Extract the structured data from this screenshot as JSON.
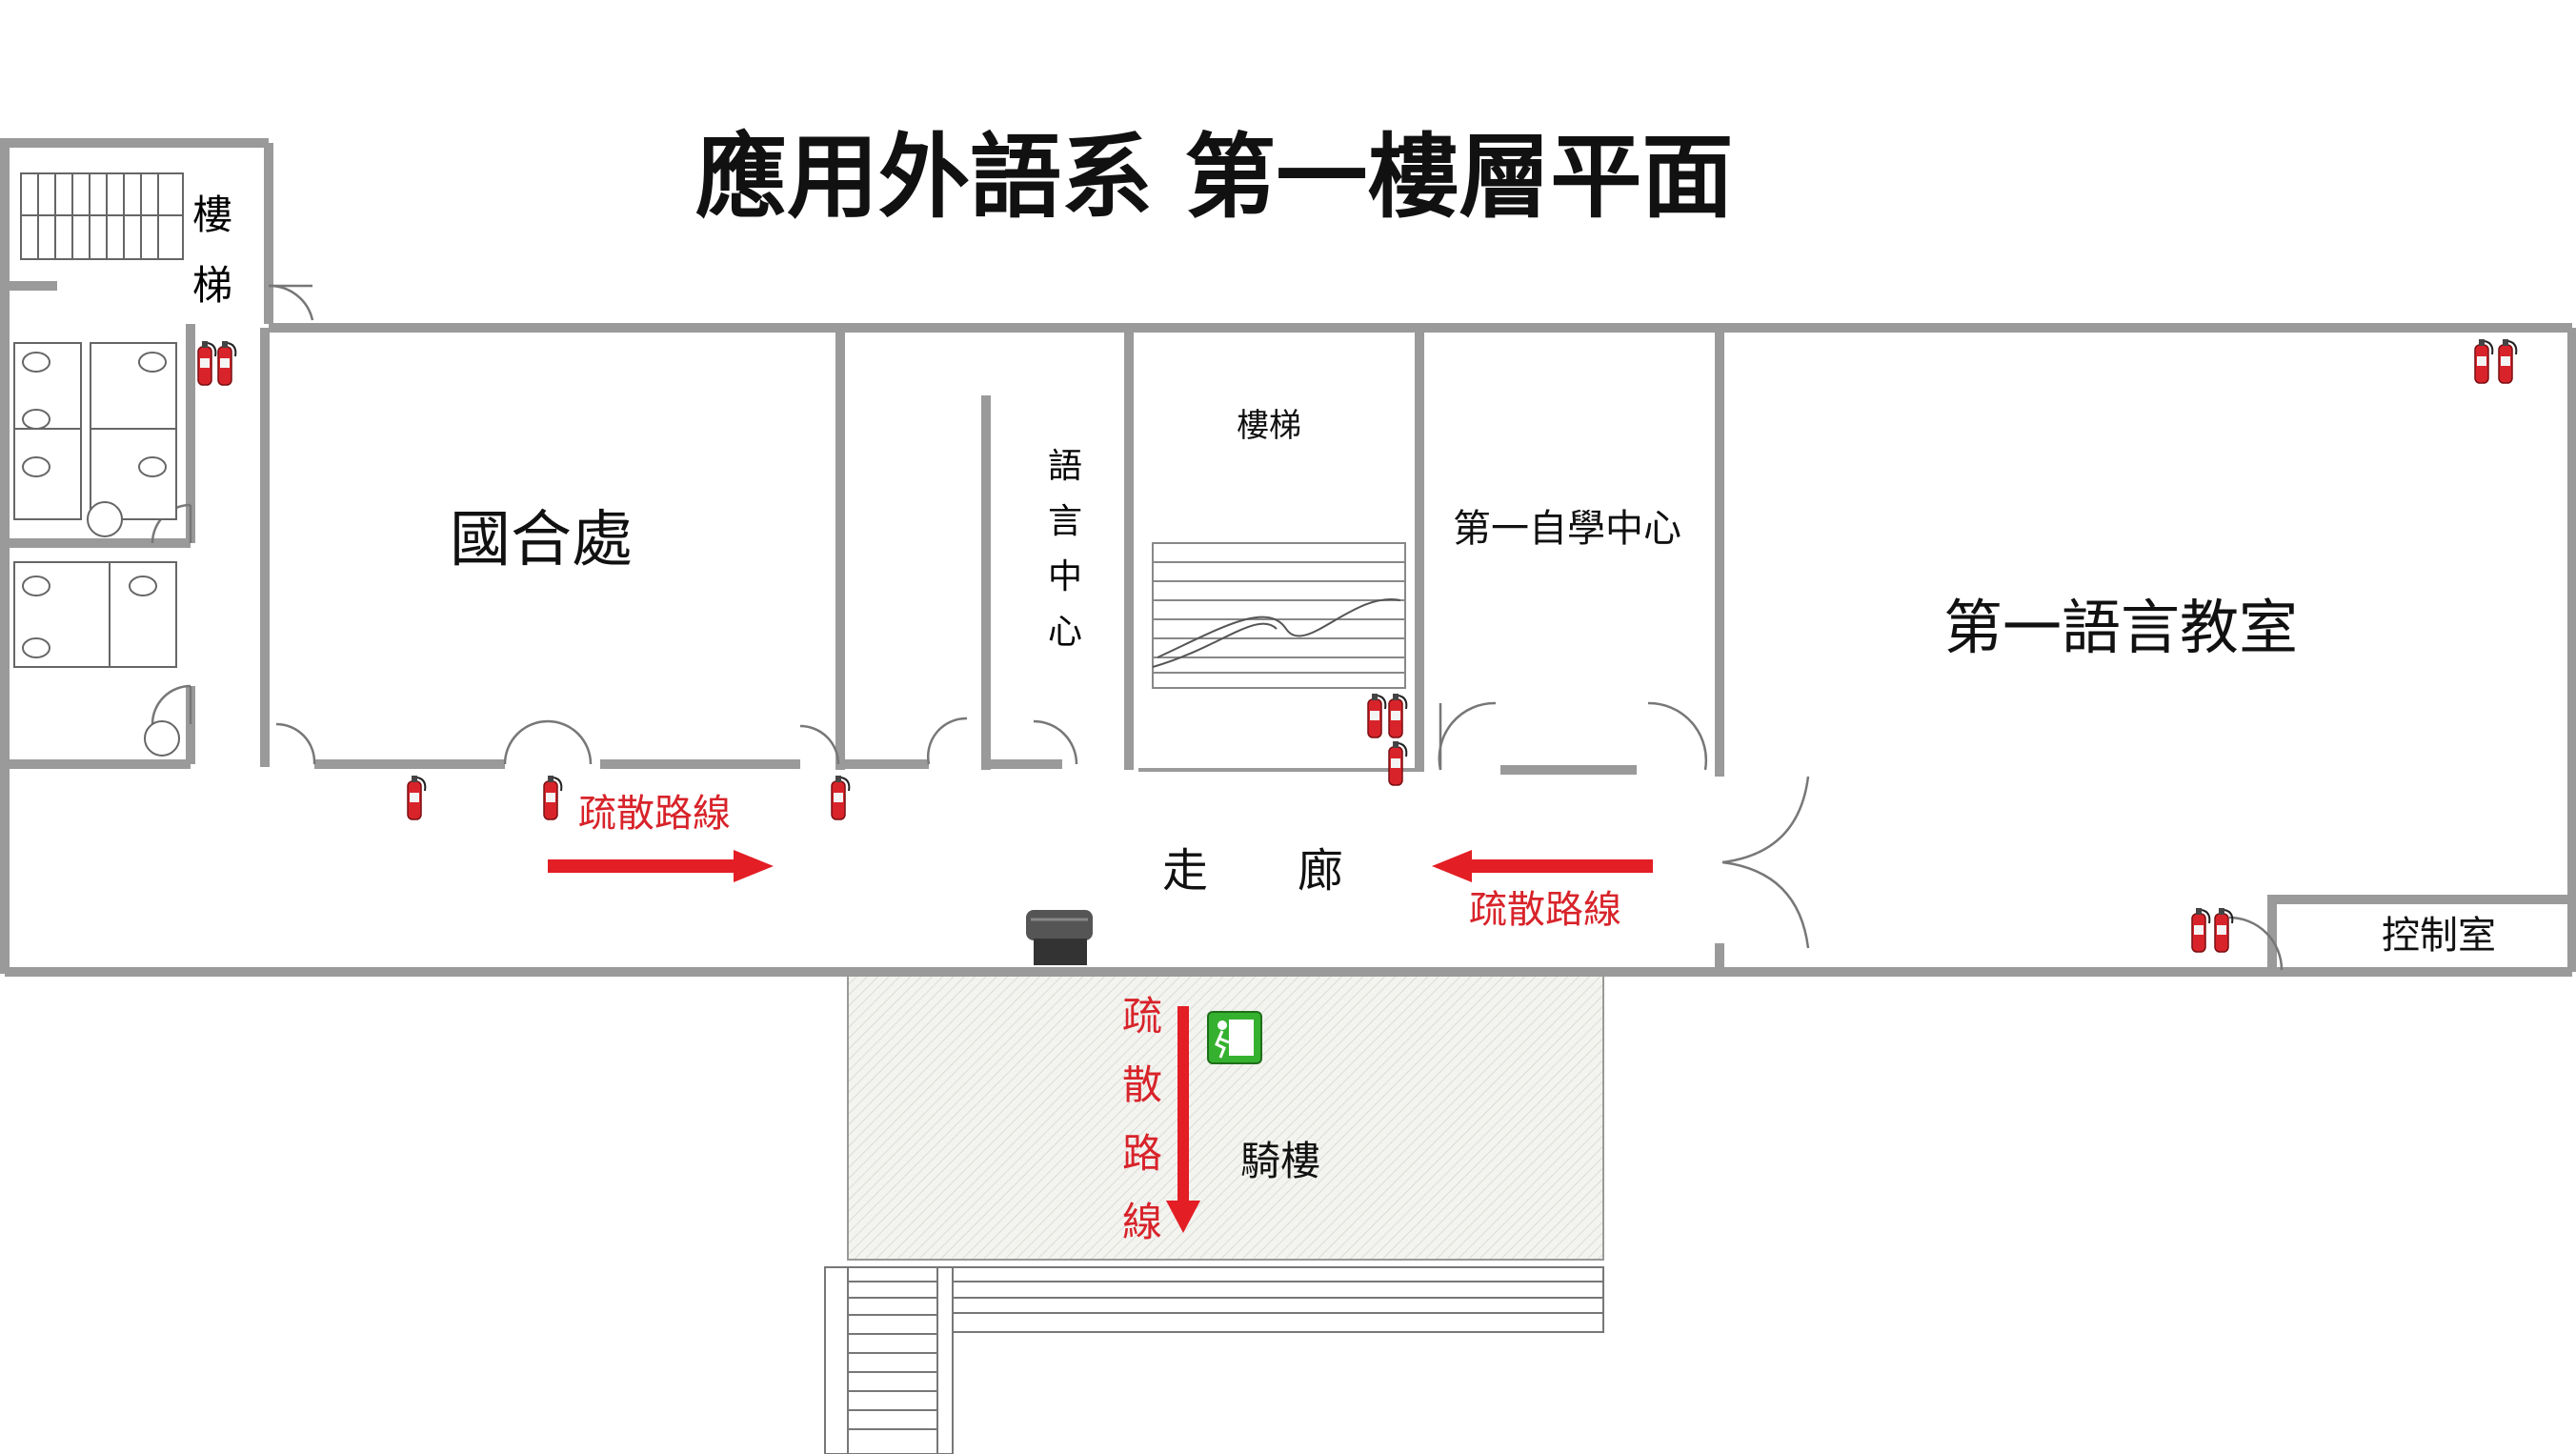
{
  "title": "應用外語系 第一樓層平面",
  "rooms": {
    "stairs_top_left": [
      "樓",
      "梯"
    ],
    "international_office": "國合處",
    "language_center": [
      "語",
      "言",
      "中",
      "心"
    ],
    "stairs_center": "樓梯",
    "self_study_center": "第一自學中心",
    "language_classroom": "第一語言教室",
    "corridor": [
      "走",
      "廊"
    ],
    "control_room": "控制室",
    "arcade": "騎樓"
  },
  "evacuation": {
    "label": "疏散路線",
    "label_vertical": [
      "疏",
      "散",
      "路",
      "線"
    ]
  },
  "colors": {
    "wall": "#9a9a9a",
    "wall_dark": "#555555",
    "evacuation_red": "#e31e24",
    "extinguisher_red": "#d8232a",
    "exit_sign_green": "#35b12f",
    "arcade_fill": "#f0f0ec"
  },
  "icons": {
    "extinguisher": "fire-extinguisher-icon",
    "exit": "emergency-exit-icon",
    "alarm": "alarm-device-icon"
  }
}
